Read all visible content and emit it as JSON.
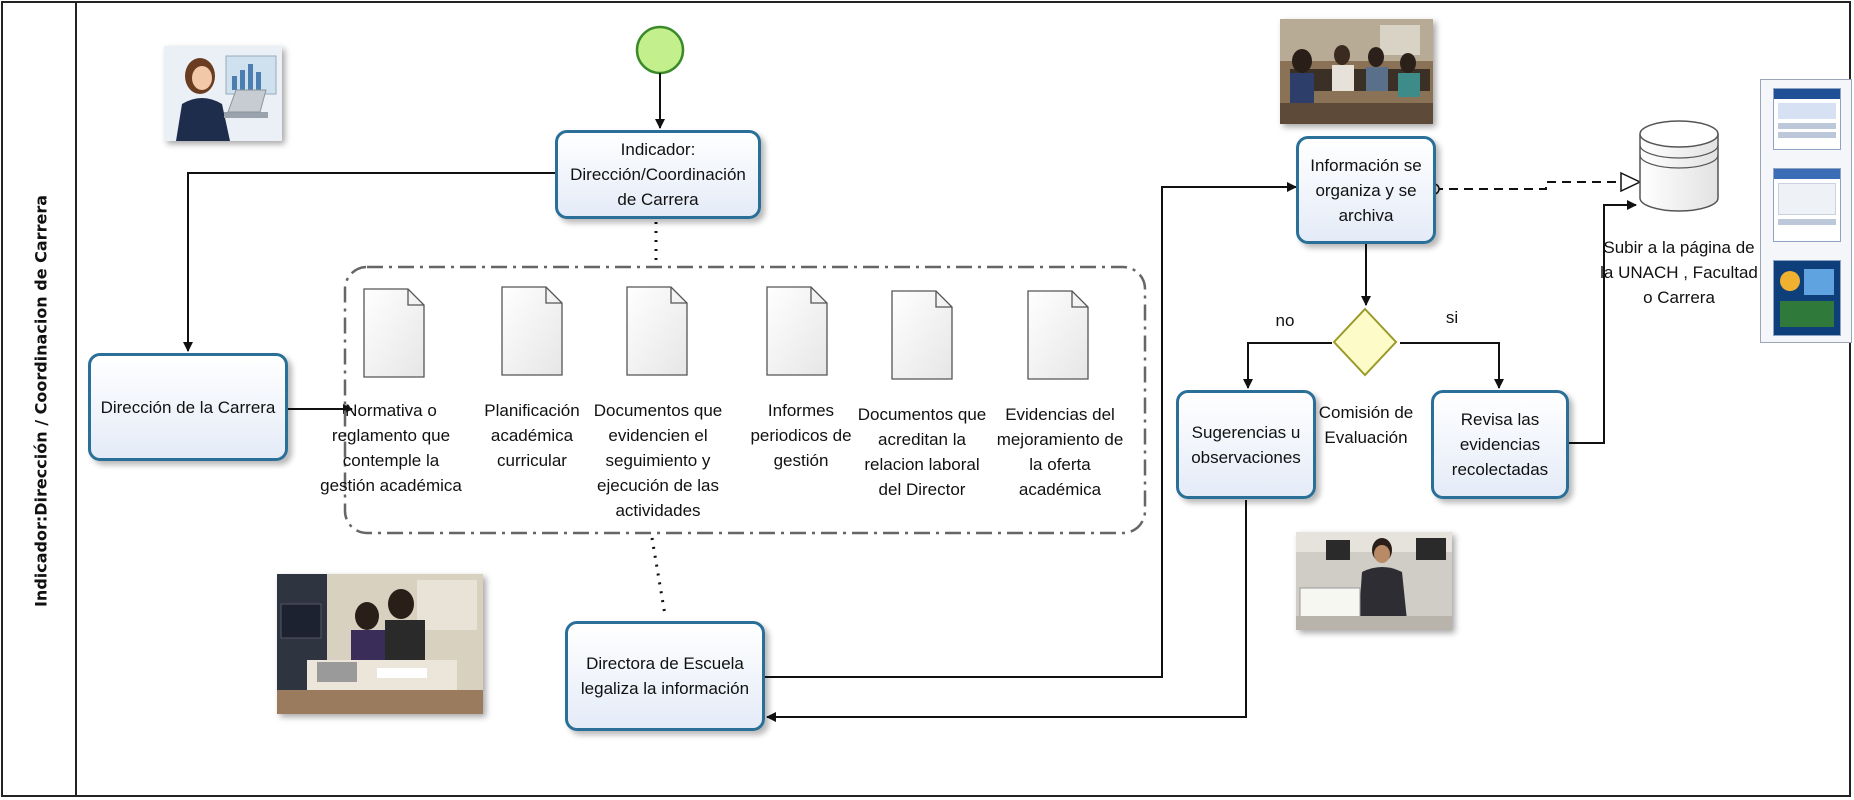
{
  "lane": {
    "title": "Indicador:Dirección / Coordinacion de Carrera"
  },
  "tasks": {
    "indicador": "Indicador: Dirección/Coordinación de Carrera",
    "direccion": "Dirección de la Carrera",
    "directora": "Directora de Escuela legaliza la información",
    "informacion": "Información se organiza y se archiva",
    "sugerencias": "Sugerencias u observaciones",
    "revisa": "Revisa las evidencias recolectadas"
  },
  "documents": [
    {
      "lines": [
        "Normativa o",
        "reglamento que",
        "contemple la",
        "gestión académica"
      ]
    },
    {
      "lines": [
        "Planificación",
        "académica",
        "curricular"
      ]
    },
    {
      "lines": [
        "Documentos que",
        "evidencien el",
        "seguimiento  y",
        "ejecución de las",
        "actividades"
      ]
    },
    {
      "lines": [
        "Informes",
        "periodicos de",
        "gestión"
      ]
    },
    {
      "lines": [
        "Documentos que",
        "acreditan la",
        "relacion laboral",
        "del Director"
      ]
    },
    {
      "lines": [
        "Evidencias del",
        "mejoramiento de",
        "la oferta",
        "académica"
      ]
    }
  ],
  "gateway": {
    "label_lines": [
      "Comisión de",
      "Evaluación"
    ],
    "no_label": "no",
    "si_label": "si"
  },
  "datastore": {
    "label_lines": [
      "Subir a la página de",
      "la UNACH ,  Facultad",
      "o Carrera"
    ]
  },
  "colors": {
    "task_border": "#2a6f97",
    "task_fill": "#e4ebf7",
    "start_event_fill": "#c3f08d",
    "start_event_stroke": "#3a8a2a",
    "gateway_fill": "#fdfcc8",
    "gateway_stroke": "#9a9a2a",
    "line": "#111111"
  },
  "icons": {
    "start": "start-event-circle",
    "gateway": "exclusive-gateway-diamond",
    "store": "data-store-cylinder",
    "document": "document-icon"
  }
}
